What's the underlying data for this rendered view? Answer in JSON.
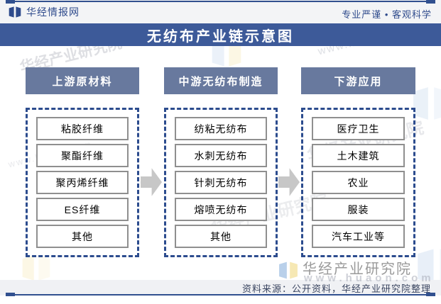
{
  "page": {
    "brand": "华经情报网",
    "slogan": "专业严谨 • 客观科学",
    "title": "无纺布产业链示意图"
  },
  "columns": [
    {
      "header": "上游原材料",
      "items": [
        "粘胶纤维",
        "聚酯纤维",
        "聚丙烯纤维",
        "ES纤维",
        "其他"
      ]
    },
    {
      "header": "中游无纺布制造",
      "items": [
        "纺粘无纺布",
        "水刺无纺布",
        "针刺无纺布",
        "熔喷无纺布",
        "其他"
      ]
    },
    {
      "header": "下游应用",
      "items": [
        "医疗卫生",
        "土木建筑",
        "农业",
        "服装",
        "汽车工业等"
      ]
    }
  ],
  "watermarks": {
    "institute": "华经产业研究院",
    "url": "www.huaon.com"
  },
  "footer": {
    "brand": "华经产业研究院",
    "source": "资料来源：公开资料，华经产业研究院整理"
  },
  "colors": {
    "navy_line": "#31508F",
    "title_bar": "#3D5A99",
    "column_header": "#68799E",
    "dashed_border": "#2C4C8E",
    "item_border": "#8F8F8F",
    "arrow": "#C7C7C7",
    "top_strip": "#F3F4F6",
    "footer_band": "#F0F1F4",
    "brand_gray": "#9A9A9A"
  }
}
